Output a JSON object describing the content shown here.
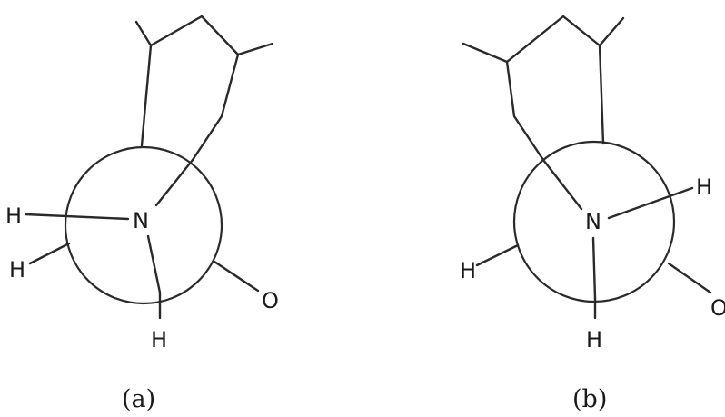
{
  "figure_a": {
    "atom_n": "N",
    "atom_h_left_top": "H",
    "atom_h_left_bottom": "H",
    "atom_h_bottom": "H",
    "atom_o": "O",
    "caption": "(a)"
  },
  "figure_b": {
    "atom_n": "N",
    "atom_h_right": "H",
    "atom_h_left": "H",
    "atom_h_bottom": "H",
    "atom_o": "O",
    "caption": "(b)"
  }
}
